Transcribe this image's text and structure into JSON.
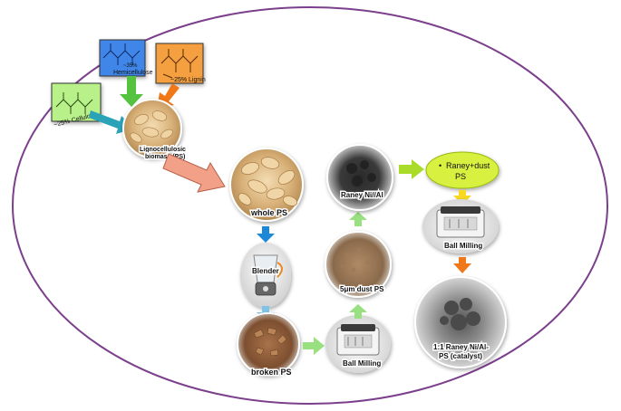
{
  "components": {
    "cellulose": "~25% Cellulose",
    "hemicellulose_pct": "~35%",
    "hemicellulose": "Hemicellulose",
    "lignin": "~25% Lignin"
  },
  "biomass": {
    "line1": "Lignocellulosic",
    "line2": "biomass (PS)"
  },
  "steps": {
    "whole_ps": "whole PS",
    "blender": "Blender",
    "broken_ps": "broken PS",
    "ball_milling_1": "Ball Milling",
    "dust_ps": "5μm dust PS",
    "raney": "Raney Ni//Al",
    "mix_line1": "Raney+dust",
    "mix_line2": "PS",
    "mix_bullet": "•",
    "ball_milling_2": "Ball Milling",
    "catalyst_line1": "1:1 Raney Ni/Al-",
    "catalyst_line2": "PS (catalyst)"
  },
  "colors": {
    "ellipse": "#7b3f8c",
    "cellulose_box": "#b8f08a",
    "hemicellulose_box": "#3f86e8",
    "lignin_box": "#f5a040",
    "arrow_teal": "#2aa3b8",
    "arrow_green": "#55c240",
    "arrow_orange": "#f07818",
    "arrow_big": "#f2a088",
    "arrow_blue": "#1e88d8",
    "arrow_lightblue": "#7ec4e8",
    "arrow_lightgreen": "#98e080",
    "arrow_lime": "#a8dc28",
    "arrow_yellow": "#f8d820",
    "mix_fill": "#d8f040"
  }
}
